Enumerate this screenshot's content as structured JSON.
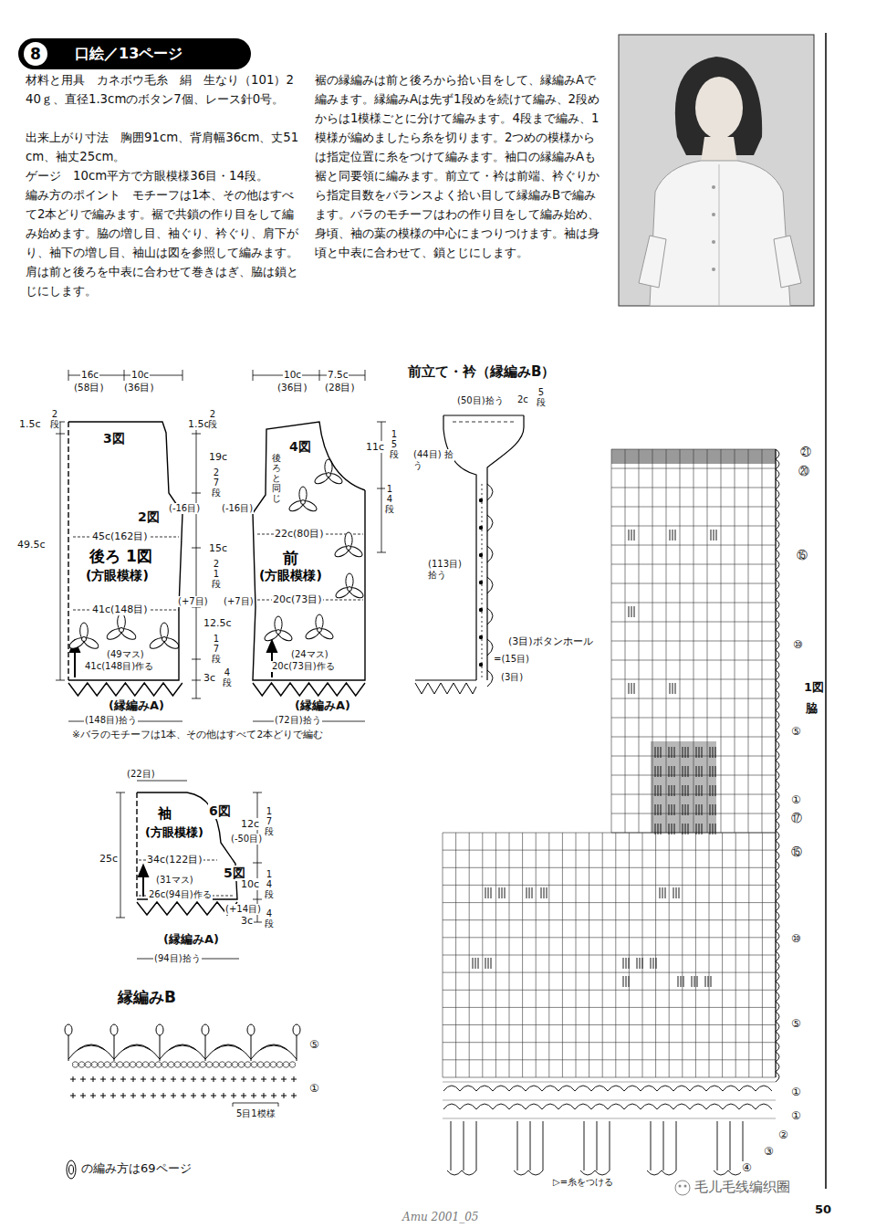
{
  "diagram": {
    "nodes": [
      {
        "text": [
          "口絵／13ページ"
        ]
      },
      {
        "text": [
          "8"
        ],
        "in": 0
      },
      {
        "text": [
          "後ろ 1図",
          "(方眼模様)"
        ]
      },
      {
        "text": [
          "前",
          "(方眼模様)"
        ]
      },
      {
        "text": [
          "袖",
          "(方眼模様)"
        ]
      }
    ],
    "labels": [
      "材料と用具　カネボウ毛糸　絹　生なり（101）240ｇ、直径1.3cmのボタン7個、レース針0号。",
      "出来上がり寸法　胸囲91cm、背肩幅36cm、丈51cm、袖丈25cm。",
      "ゲージ　10cm平方で方眼模様36目・14段。",
      "編み方のポイント　モチーフは1本、その他はすべて2本どりで編みます。裾で共鎖の作り目をして編み始めます。脇の増し目、袖ぐり、衿ぐり、肩下がり、袖下の増し目、袖山は図を参照して編みます。肩は前と後ろを中表に合わせて巻きはぎ、脇は鎖とじにします。",
      "裾の縁編みは前と後ろから拾い目をして、縁編みAで編みます。縁編みAは先ず1段めを続けて編み、2段めからは1模様ごとに分けて編みます。4段まで編み、1模様が編めましたら糸を切ります。2つめの模様からは指定位置に糸をつけて編みます。袖口の縁編みAも裾と同要領に編みます。前立て・衿は前端、衿ぐりから指定目数をバランスよく拾い目して縁編みBで編みます。バラのモチーフはわの作り目をして編み始め、身頃、袖の葉の模様の中心にまつりつけます。袖は身頃と中表に合わせて、鎖とじにします。",
      "16c",
      "(58目)",
      "10c",
      "(36目)",
      "1.5c",
      "2段",
      "3図",
      "2図",
      "45c(162目)",
      "49.5c",
      "41c(148目)",
      "(49マス)",
      "41c(148目)作る",
      "(縁編みA)",
      "(148目)拾う",
      "※バラのモチーフは1本、その他はすべて2本どりで編む",
      "1.5c",
      "2段",
      "19c",
      "27段",
      "(-16目)",
      "(-16目)",
      "15c",
      "21段",
      "(+7目)",
      "(+7目)",
      "12.5c",
      "17段",
      "3c",
      "4段",
      "10c",
      "(36目)",
      "7.5c",
      "(28目)",
      "4図",
      "後ろと同じ",
      "22c(80目)",
      "20c(73目)",
      "(24マス)",
      "20c(73目)作る",
      "(縁編みA)",
      "(72目)拾う",
      "11c",
      "15段",
      "14段",
      "前立て・衿（縁編みB）",
      "(50目)拾う",
      "2c",
      "5段",
      "(44目) 拾う",
      "(113目) 拾う",
      "(3目)ボタンホール",
      "=(15目)",
      "(3目)",
      "(22目)",
      "6図",
      "12c",
      "17段",
      "(-50目)",
      "25c",
      "34c(122目)",
      "5図",
      "(31マス)",
      "10c",
      "14段",
      "26c(94目)作る",
      "(+14目)",
      "3c",
      "4段",
      "(縁編みA)",
      "(94目)拾う",
      "縁編みB",
      "⑤",
      "①",
      "5目1模様",
      "の編み方は69ページ",
      "㉑",
      "⑳",
      "⑮",
      "⑩",
      "1図",
      "脇",
      "⑤",
      "①",
      "⑰",
      "⑮",
      "⑩",
      "⑤",
      "①",
      "①",
      "②",
      "③",
      "④",
      "▷=糸をつける",
      "毛儿毛线编织圈",
      "Amu 2001_05",
      "50"
    ]
  }
}
